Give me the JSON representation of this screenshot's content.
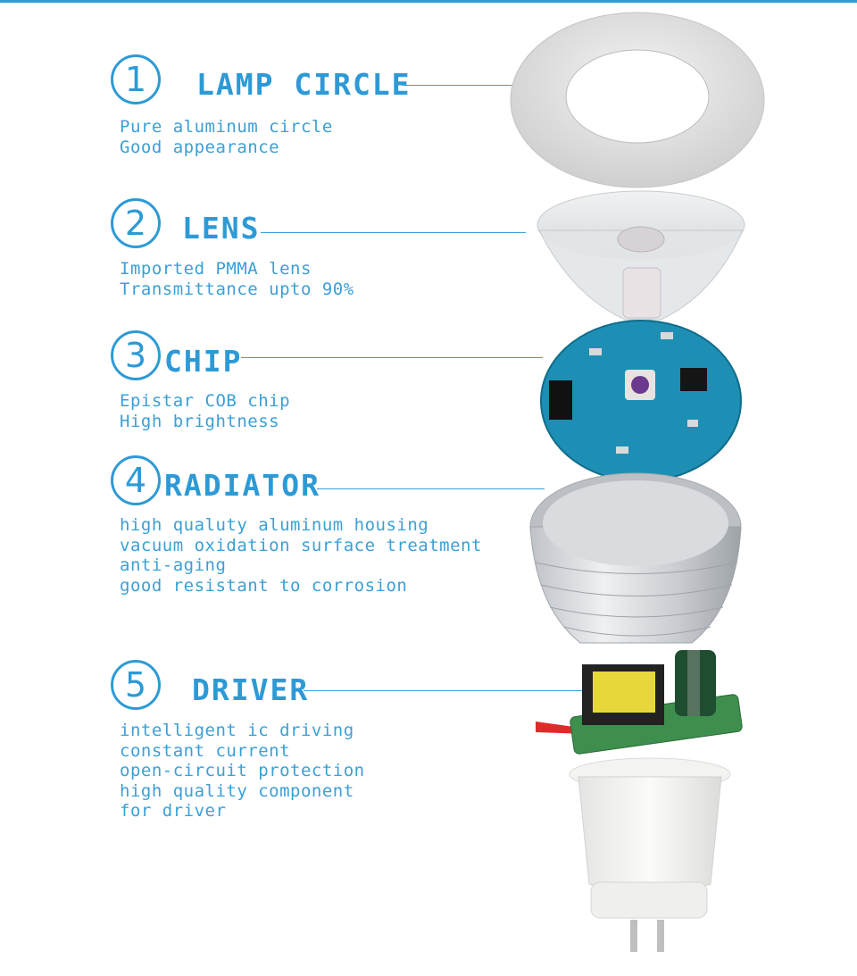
{
  "parts": [
    {
      "number": "1",
      "title": "LAMP CIRCLE",
      "lines": [
        "Pure aluminum circle",
        "Good appearance"
      ]
    },
    {
      "number": "2",
      "title": "LENS",
      "lines": [
        "Imported PMMA lens",
        "Transmittance upto 90%"
      ]
    },
    {
      "number": "3",
      "title": "CHIP",
      "lines": [
        "Epistar COB chip",
        "High brightness"
      ]
    },
    {
      "number": "4",
      "title": "RADIATOR",
      "lines": [
        "high qualuty aluminum housing",
        "vacuum oxidation surface treatment",
        "anti-aging",
        "good resistant to corrosion"
      ]
    },
    {
      "number": "5",
      "title": "DRIVER",
      "lines": [
        "intelligent ic driving",
        "constant current",
        "open-circuit protection",
        "high quality component",
        "for driver"
      ]
    }
  ],
  "colors": {
    "accent": "#2d9ad6"
  }
}
